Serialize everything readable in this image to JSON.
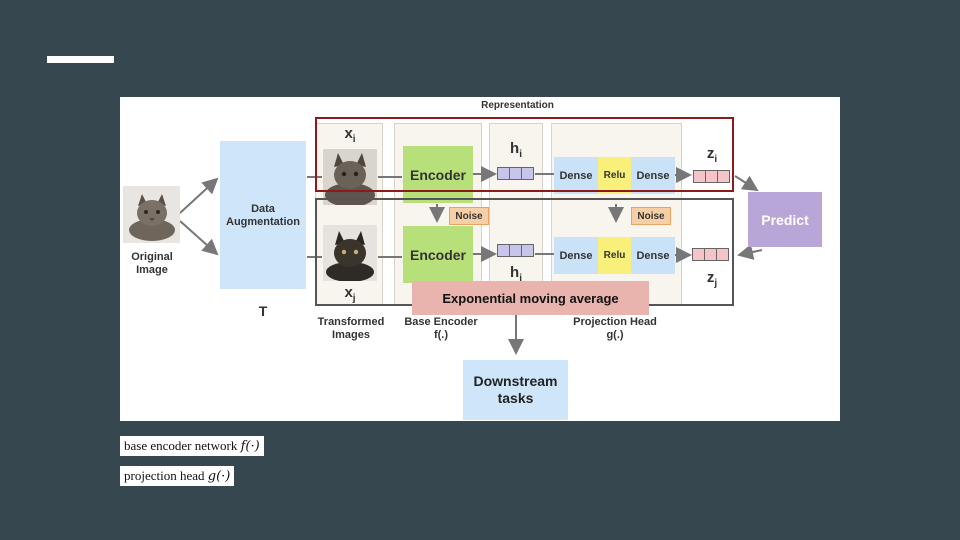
{
  "diagram": {
    "representation_label": "Representation",
    "original_image_label": "Original\nImage",
    "data_augmentation_label": "Data\nAugmentation",
    "t_label": "T",
    "x_i_base": "x",
    "x_i_sub": "i",
    "x_j_base": "x",
    "x_j_sub": "j",
    "encoder_label": "Encoder",
    "h_i_base": "h",
    "h_i_sub": "i",
    "h_j_base": "h",
    "h_j_sub": "j",
    "dense_label": "Dense",
    "relu_label": "Relu",
    "noise_label": "Noise",
    "z_i_base": "z",
    "z_i_sub": "i",
    "z_j_base": "z",
    "z_j_sub": "j",
    "predict_label": "Predict",
    "ema_label": "Exponential moving average",
    "transformed_images_label": "Transformed\nImages",
    "base_encoder_label": "Base Encoder\nf(.)",
    "projection_head_label": "Projection Head\ng(.)",
    "downstream_label": "Downstream\ntasks"
  },
  "formulas": {
    "base_encoder_text": "base encoder network ",
    "base_encoder_math": "f(·)",
    "projection_head_text": "projection head ",
    "projection_head_math": "g(·)"
  },
  "colors": {
    "background": "#37474f",
    "red_outline": "#8b1a1a",
    "gray_outline": "#555555",
    "encoder": "#b8e07a",
    "dense": "#c9e2f7",
    "relu": "#f8f07a",
    "predict": "#b9a6d8",
    "ema": "#e8b4ad",
    "augmentation": "#cfe6fa"
  },
  "icons": [
    "cat-image"
  ]
}
